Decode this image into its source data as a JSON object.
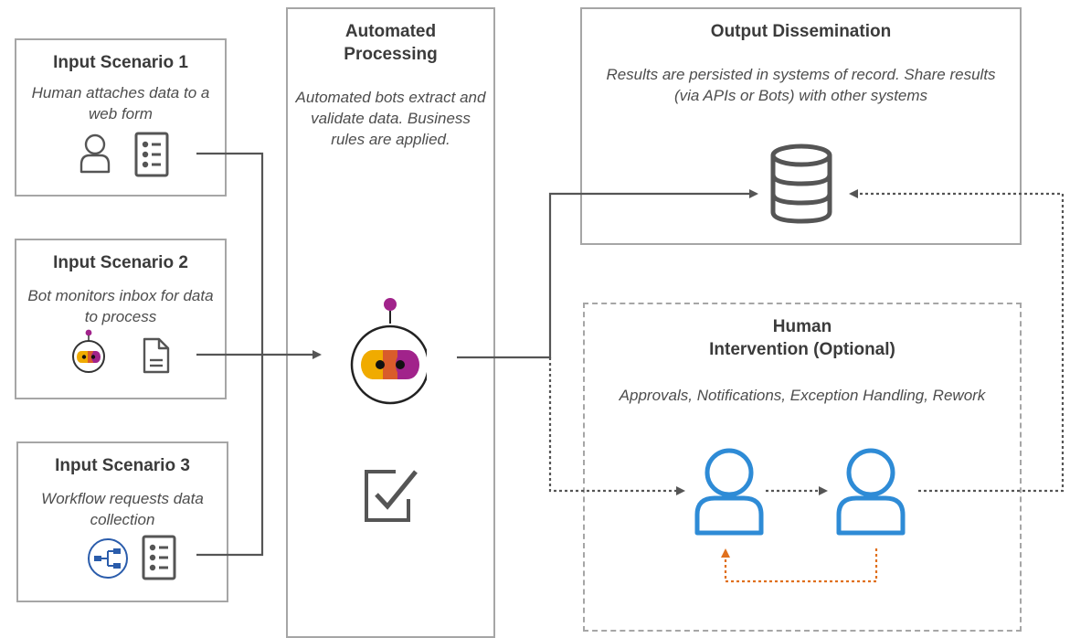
{
  "input1": {
    "title": "Input Scenario 1",
    "description": "Human attaches data to a web form",
    "icons": [
      "person-icon",
      "form-list-icon"
    ]
  },
  "input2": {
    "title": "Input Scenario 2",
    "description": "Bot monitors inbox for data to process",
    "icons": [
      "bot-icon",
      "document-icon"
    ]
  },
  "input3": {
    "title": "Input Scenario 3",
    "description": "Workflow requests data collection",
    "icons": [
      "workflow-icon",
      "form-list-icon"
    ]
  },
  "processing": {
    "title_line1": "Automated",
    "title_line2": "Processing",
    "description": "Automated bots extract and validate data. Business rules are applied.",
    "icons": [
      "bot-icon",
      "checkbox-icon"
    ]
  },
  "output": {
    "title": "Output Dissemination",
    "description": "Results are persisted in systems of record. Share results (via APIs or Bots) with other systems",
    "icons": [
      "database-icon"
    ]
  },
  "human": {
    "title_line1": "Human",
    "title_line2": "Intervention (Optional)",
    "description": "Approvals, Notifications, Exception Handling, Rework",
    "icons": [
      "person-icon",
      "person-icon"
    ]
  },
  "colors": {
    "border": "#a6a6a6",
    "connector": "#555555",
    "human_blue": "#2e8bd6",
    "rework_orange": "#e0701d",
    "bot_yellow": "#f0ab00",
    "bot_orange": "#d95c2b",
    "bot_purple": "#a1238b"
  }
}
